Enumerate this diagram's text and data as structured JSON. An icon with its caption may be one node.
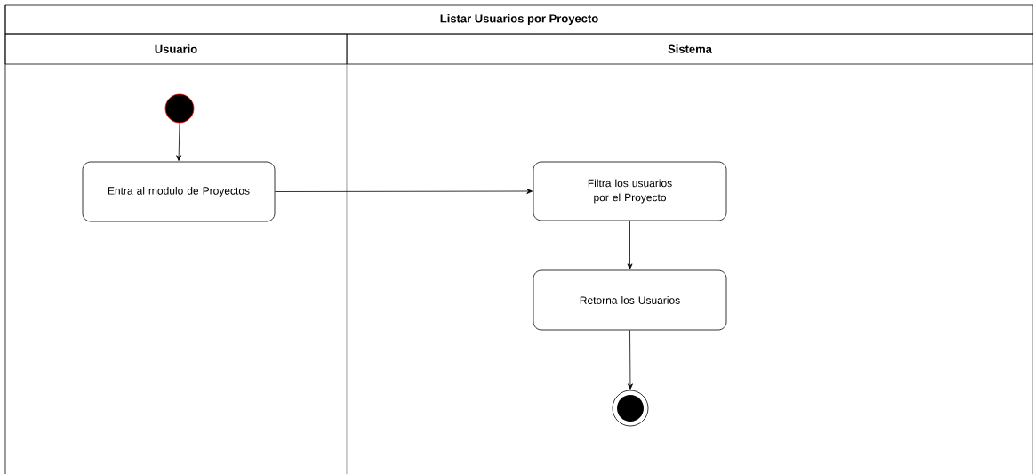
{
  "diagram": {
    "nodes": [
      {
        "text": [
          "Listar Usuarios por Proyecto"
        ]
      },
      {
        "text": [
          "Usuario"
        ],
        "in": 0
      },
      {
        "text": [
          "Sistema"
        ],
        "in": 0
      },
      {
        "text": [],
        "shape": "circle",
        "in": 1
      },
      {
        "text": [
          "Entra al modulo de Proyectos"
        ],
        "in": 1
      },
      {
        "text": [
          "Filtra los usuarios por el Proyecto"
        ],
        "in": 2
      },
      {
        "text": [
          "Retorna los Usuarios"
        ],
        "in": 2
      },
      {
        "text": [],
        "shape": "circle",
        "in": 2
      }
    ],
    "edges": [
      {
        "from": 3,
        "to": 4,
        "arrow": "to"
      },
      {
        "from": 4,
        "to": 5,
        "arrow": "to"
      },
      {
        "from": 5,
        "to": 6,
        "arrow": "to"
      },
      {
        "from": 6,
        "to": 7,
        "arrow": "to"
      }
    ]
  }
}
